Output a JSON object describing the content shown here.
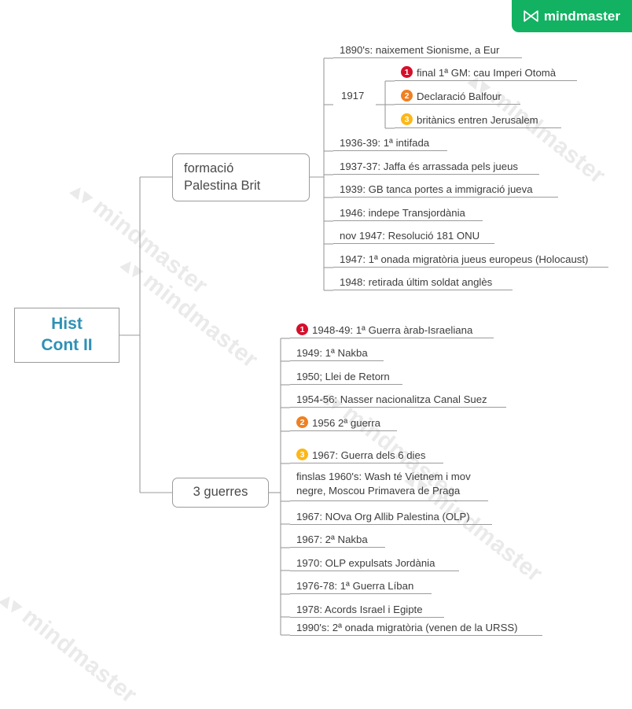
{
  "brand": {
    "name": "mindmaster",
    "icon": "mindmaster-logo-icon",
    "color": "#12b262"
  },
  "watermark": {
    "text": "mindmaster"
  },
  "colors": {
    "root_text": "#2e91b5",
    "node_border": "#9b9b9b",
    "badge_1": "#d50f2b",
    "badge_2": "#ef8022",
    "badge_3": "#fdb716",
    "brand_green": "#12b262"
  },
  "root": {
    "label": "Hist\nCont II",
    "line1": "Hist",
    "line2": "Cont II"
  },
  "branches": [
    {
      "id": "formacio-palestina-brit",
      "line1": "formació",
      "line2": "Palestina Brit",
      "label": "formació Palestina Brit",
      "children": [
        {
          "text": "1890's: naixement Sionisme, a Eur"
        },
        {
          "text": "1917",
          "is_group": true,
          "children": [
            {
              "badge": "1",
              "badge_color": "#d50f2b",
              "text": "final 1ª GM: cau Imperi Otomà"
            },
            {
              "badge": "2",
              "badge_color": "#ef8022",
              "text": "Declaració Balfour"
            },
            {
              "badge": "3",
              "badge_color": "#fdb716",
              "text": "britànics entren Jerusalem"
            }
          ]
        },
        {
          "text": "1936-39: 1ª intifada"
        },
        {
          "text": "1937-37: Jaffa és arrassada pels jueus"
        },
        {
          "text": "1939: GB tanca portes a immigració jueva"
        },
        {
          "text": "1946: indepe Transjordània"
        },
        {
          "text": "nov 1947: Resolució 181 ONU"
        },
        {
          "text": "1947: 1ª onada migratòria jueus europeus (Holocaust)"
        },
        {
          "text": "1948: retirada últim soldat anglès"
        }
      ]
    },
    {
      "id": "3-guerres",
      "label": "3 guerres",
      "children": [
        {
          "badge": "1",
          "badge_color": "#d50f2b",
          "text": "1948-49: 1ª Guerra àrab-Israeliana"
        },
        {
          "text": "1949: 1ª Nakba"
        },
        {
          "text": "1950; Llei de Retorn"
        },
        {
          "text": "1954-56: Nasser nacionalitza Canal Suez"
        },
        {
          "badge": "2",
          "badge_color": "#ef8022",
          "text": "1956 2ª guerra"
        },
        {
          "badge": "3",
          "badge_color": "#fdb716",
          "text": "1967: Guerra dels 6 dies"
        },
        {
          "text": "finslas 1960's: Wash té Vietnem i mov negre, Moscou Primavera de Praga",
          "two_line": true
        },
        {
          "text": "1967: NOva Org Allib Palestina (OLP)"
        },
        {
          "text": "1967: 2ª Nakba"
        },
        {
          "text": "1970: OLP expulsats Jordània"
        },
        {
          "text": "1976-78: 1ª Guerra Líban"
        },
        {
          "text": "1978: Acords Israel i Egipte"
        },
        {
          "text": "1990's: 2ª onada migratòria (venen de la URSS)"
        }
      ]
    }
  ]
}
